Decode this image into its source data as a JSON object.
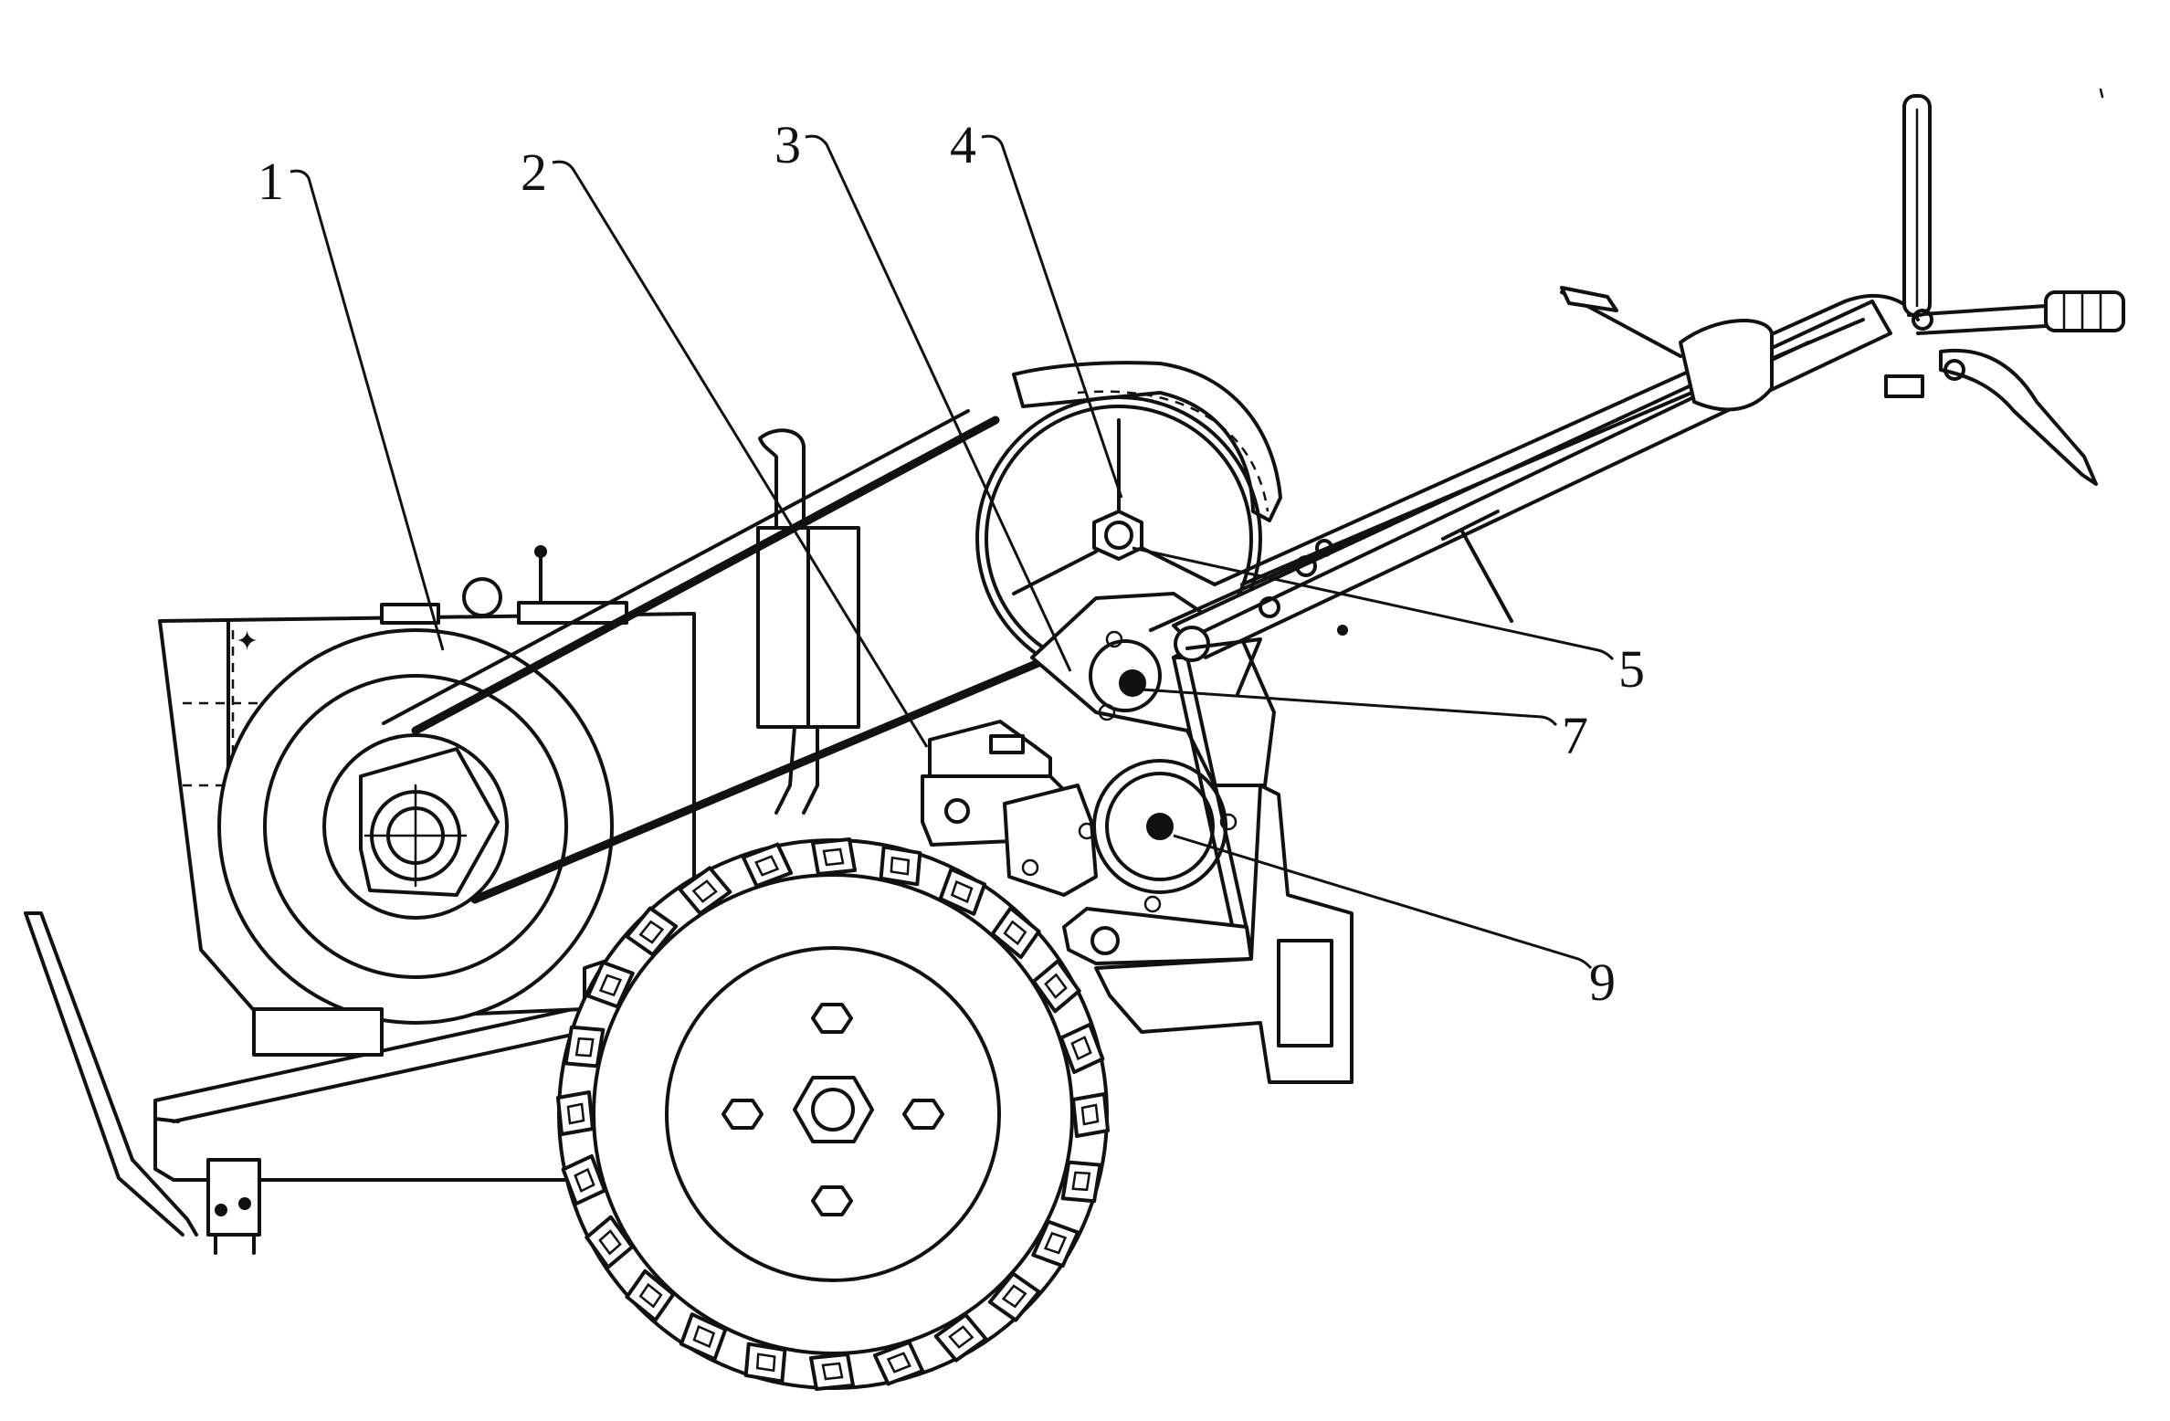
{
  "figure": {
    "callouts": [
      {
        "id": "callout-1",
        "text": "1"
      },
      {
        "id": "callout-2",
        "text": "2"
      },
      {
        "id": "callout-3",
        "text": "3"
      },
      {
        "id": "callout-4",
        "text": "4"
      },
      {
        "id": "callout-5",
        "text": "5"
      },
      {
        "id": "callout-7",
        "text": "7"
      },
      {
        "id": "callout-9",
        "text": "9"
      }
    ]
  }
}
